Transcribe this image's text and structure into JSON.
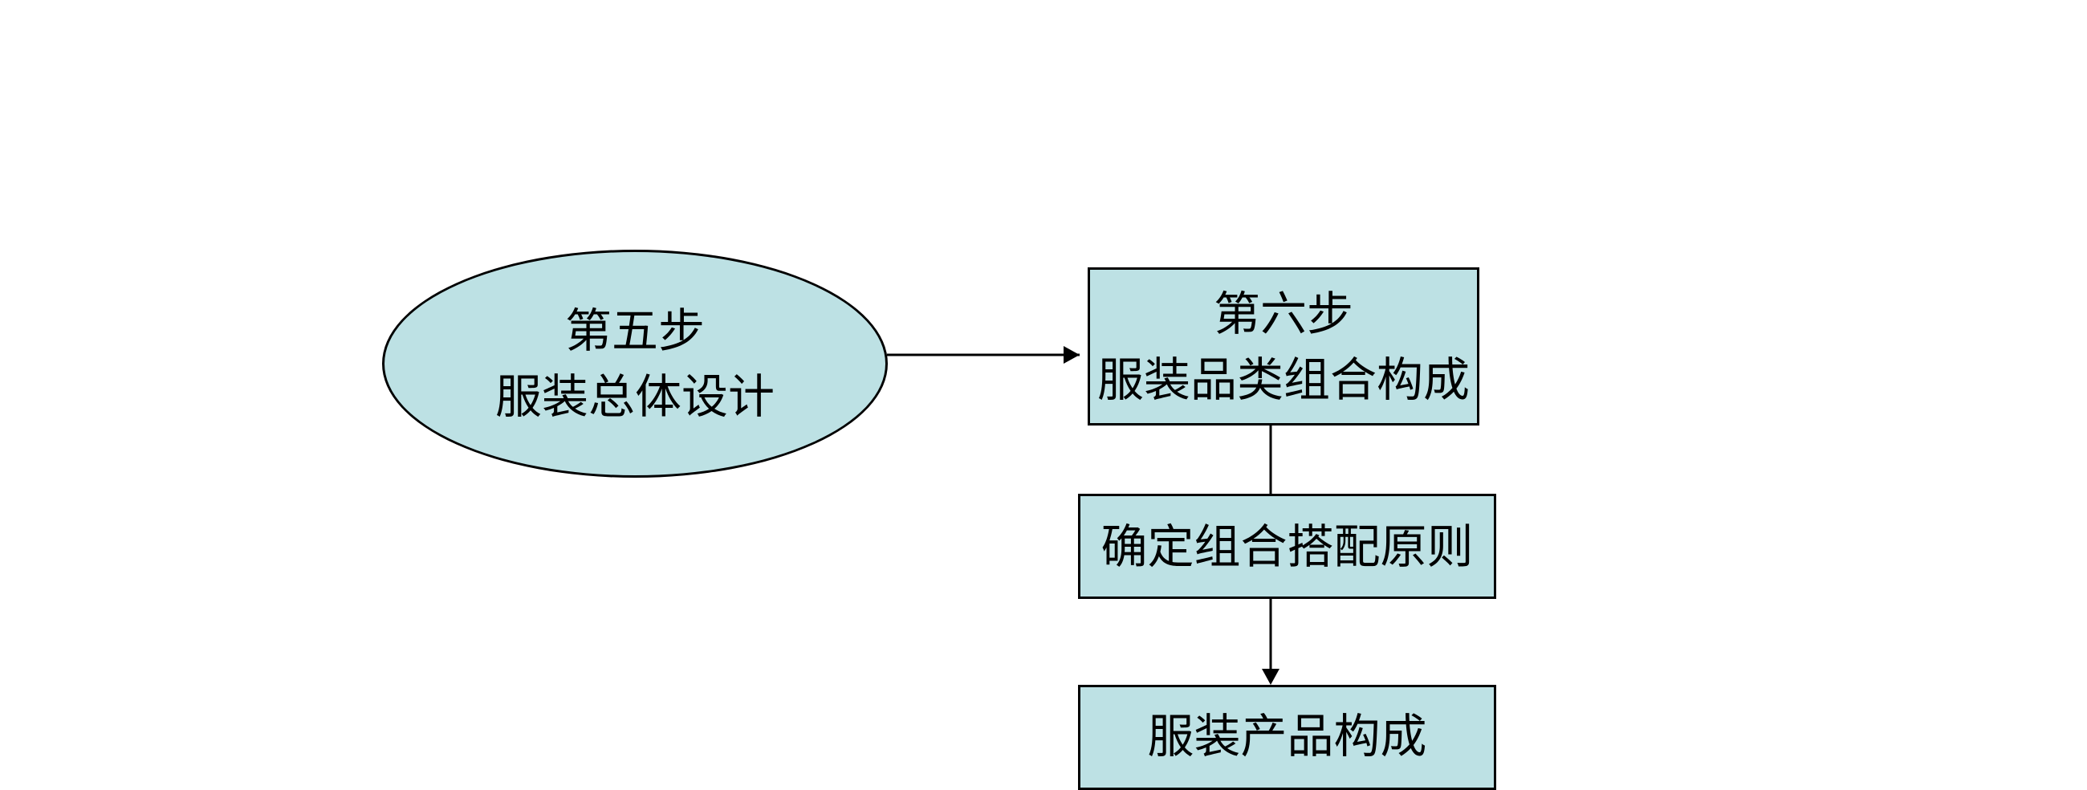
{
  "colors": {
    "node_fill": "#bde1e4",
    "border": "#000000",
    "background": "#ffffff"
  },
  "nodes": {
    "step5": {
      "line1": "第五步",
      "line2": "服装总体设计"
    },
    "step6": {
      "line1": "第六步",
      "line2": "服装品类组合构成"
    },
    "principle": {
      "label": "确定组合搭配原则"
    },
    "product": {
      "label": "服装产品构成"
    }
  }
}
